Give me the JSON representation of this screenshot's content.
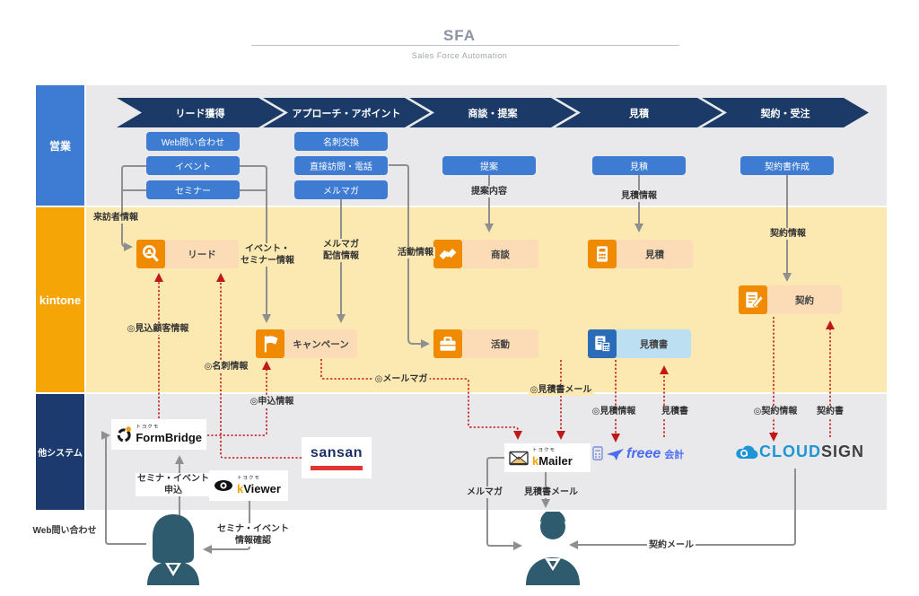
{
  "title": {
    "main": "SFA",
    "sub": "Sales Force Automation"
  },
  "lanes": {
    "sales": "営業",
    "kintone": "kintone",
    "other": "他システム"
  },
  "phases": [
    "リード獲得",
    "アプローチ・アポイント",
    "商談・提案",
    "見積",
    "契約・受注"
  ],
  "sales_boxes": {
    "web_inquiry": "Web問い合わせ",
    "event": "イベント",
    "seminar": "セミナー",
    "card_exchange": "名刺交換",
    "direct_visit": "直接訪問・電話",
    "mail_magazine": "メルマガ",
    "proposal": "提案",
    "estimate": "見積",
    "contract_doc": "契約書作成"
  },
  "apps": {
    "lead": "リード",
    "campaign": "キャンペーン",
    "deal": "商談",
    "activity": "活動",
    "estimate": "見積",
    "estimate_doc": "見積書",
    "contract": "契約"
  },
  "flows": {
    "visitor_info": "来訪者情報",
    "event_seminar": [
      "イベント・",
      "セミナー情報"
    ],
    "mailmag_delivery": [
      "メルマガ",
      "配信情報"
    ],
    "activity_info": "活動情報",
    "proposal_content": "提案内容",
    "estimate_info_top": "見積情報",
    "contract_info_top": "契約情報",
    "prospect_info": "◎見込顧客情報",
    "card_info": "◎名刺情報",
    "apply_info": "◎申込情報",
    "mail_maga": "◎メールマガ",
    "estimate_doc_mail": "◎見積書メール",
    "estimate_info_btm": "◎見積情報",
    "estimate_doc_btm": "見積書",
    "contract_info_btm": "◎契約情報",
    "contract_doc_btm": "契約書",
    "web_inquiry": "Web問い合わせ",
    "seminar_apply": [
      "セミナ・イベント",
      "申込"
    ],
    "seminar_check": [
      "セミナ・イベント",
      "情報確認"
    ],
    "merumaga": "メルマガ",
    "estimate_mail": "見積書メール",
    "contract_mail": "契約メール"
  },
  "logos": {
    "formbridge": {
      "brand": "トヨクモ",
      "name": "FormBridge"
    },
    "kviewer": {
      "brand": "トヨクモ",
      "k": "k",
      "rest": "Viewer"
    },
    "kmailer": {
      "brand": "トヨクモ",
      "k": "k",
      "rest": "Mailer"
    },
    "sansan": {
      "name": "sansan"
    },
    "freee": {
      "name": "freee",
      "suffix": "会計"
    },
    "cloudsign": {
      "cloud": "CLOUD",
      "sign": "SIGN"
    }
  },
  "colors": {
    "chevron_navy": "#1b3a68",
    "sales_blue": "#3d7cd2",
    "kintone_orange": "#f6a506",
    "other_navy": "#1c3a6e",
    "app_orange": "#f08a00",
    "app_peach": "#fbdcb6",
    "doc_blue": "#2a6cb8",
    "doc_lightblue": "#bcdff2",
    "red_dotted": "#c01818",
    "gray_line": "#8f8f8f",
    "person_teal": "#2e5b6d"
  }
}
